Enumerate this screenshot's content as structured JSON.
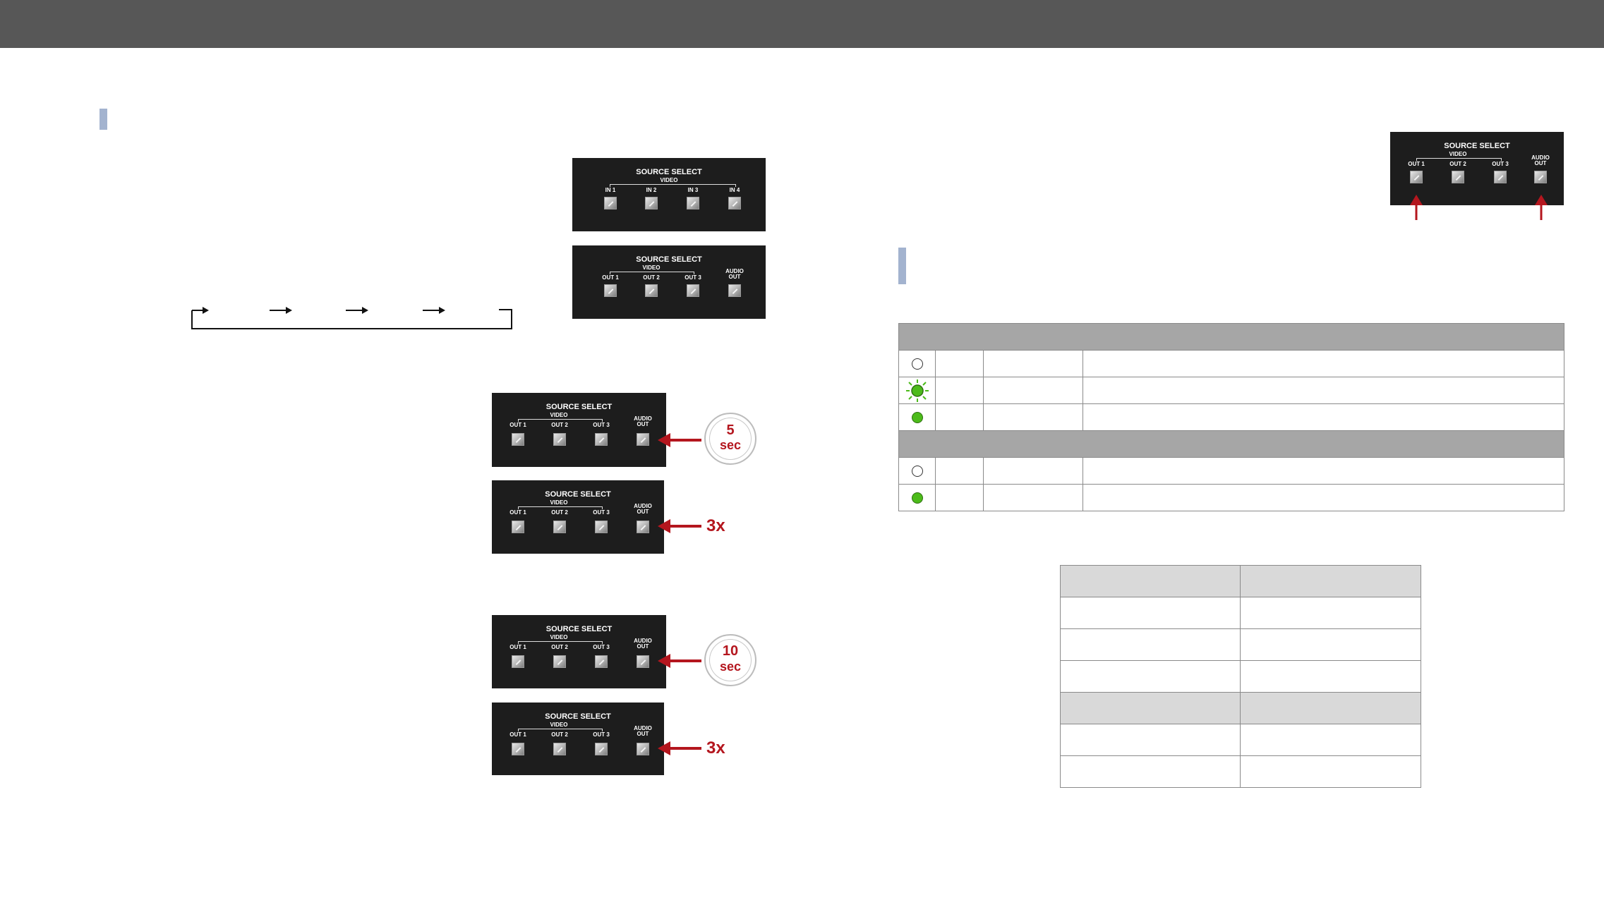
{
  "panels": {
    "title": "SOURCE SELECT",
    "group_label": "VIDEO",
    "inputs": [
      "IN 1",
      "IN 2",
      "IN 3",
      "IN 4"
    ],
    "outputs": [
      "OUT 1",
      "OUT 2",
      "OUT 3"
    ],
    "audio_out": [
      "AUDIO",
      "OUT"
    ]
  },
  "actions": {
    "hold_5": {
      "number": "5",
      "unit": "sec"
    },
    "hold_10": {
      "number": "10",
      "unit": "sec"
    },
    "press_3x": "3x"
  },
  "led_table": {
    "header_color": "#a6a6a6",
    "group_1_states": [
      "off",
      "blinking",
      "on"
    ],
    "group_2_states": [
      "off",
      "on"
    ],
    "led_color": "#4cbb1a"
  },
  "colors": {
    "top_bar": "#575757",
    "section_marker": "#a3b3cf",
    "panel": "#1d1d1d",
    "arrow": "#b4161e"
  }
}
